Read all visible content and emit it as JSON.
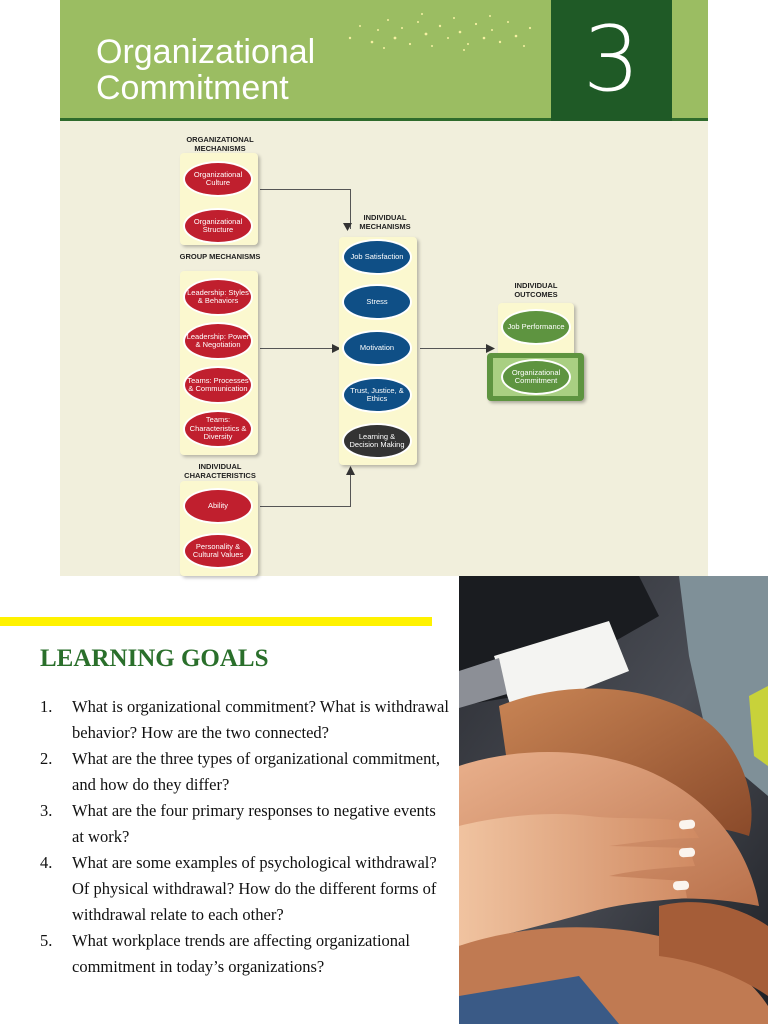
{
  "header": {
    "title_line1": "Organizational",
    "title_line2": "Commitment",
    "chapter_number": "3",
    "colors": {
      "band": "#9bbd62",
      "dark_green": "#1f5a26"
    }
  },
  "diagram": {
    "org_mechanisms": {
      "heading": "ORGANIZATIONAL MECHANISMS",
      "items": [
        "Organizational Culture",
        "Organizational Structure"
      ]
    },
    "group_mechanisms": {
      "heading": "GROUP MECHANISMS",
      "items": [
        "Leadership: Styles & Behaviors",
        "Leadership: Power & Negotiation",
        "Teams: Processes & Communication",
        "Teams: Characteristics & Diversity"
      ]
    },
    "individual_characteristics": {
      "heading": "INDIVIDUAL CHARACTERISTICS",
      "items": [
        "Ability",
        "Personality & Cultural Values"
      ]
    },
    "individual_mechanisms": {
      "heading": "INDIVIDUAL MECHANISMS",
      "items": [
        "Job Satisfaction",
        "Stress",
        "Motivation",
        "Trust, Justice, & Ethics",
        "Learning & Decision Making"
      ]
    },
    "individual_outcomes": {
      "heading": "INDIVIDUAL OUTCOMES",
      "items": [
        "Job Performance",
        "Organizational Commitment"
      ]
    }
  },
  "learning_goals": {
    "heading": "LEARNING GOALS",
    "items": [
      {
        "num": "1.",
        "text": "What is organizational commitment? What is withdrawal behavior? How are the two connected?"
      },
      {
        "num": "2.",
        "text": "What are the three types of organizational commitment, and how do they differ?"
      },
      {
        "num": "3.",
        "text": "What are the four primary responses to negative events at work?"
      },
      {
        "num": "4.",
        "text": "What are some examples of psychological withdrawal? Of physical withdrawal? How do the different forms of withdrawal relate to each other?"
      },
      {
        "num": "5.",
        "text": "What workplace trends are affecting organizational commitment in today’s organizations?"
      }
    ]
  }
}
